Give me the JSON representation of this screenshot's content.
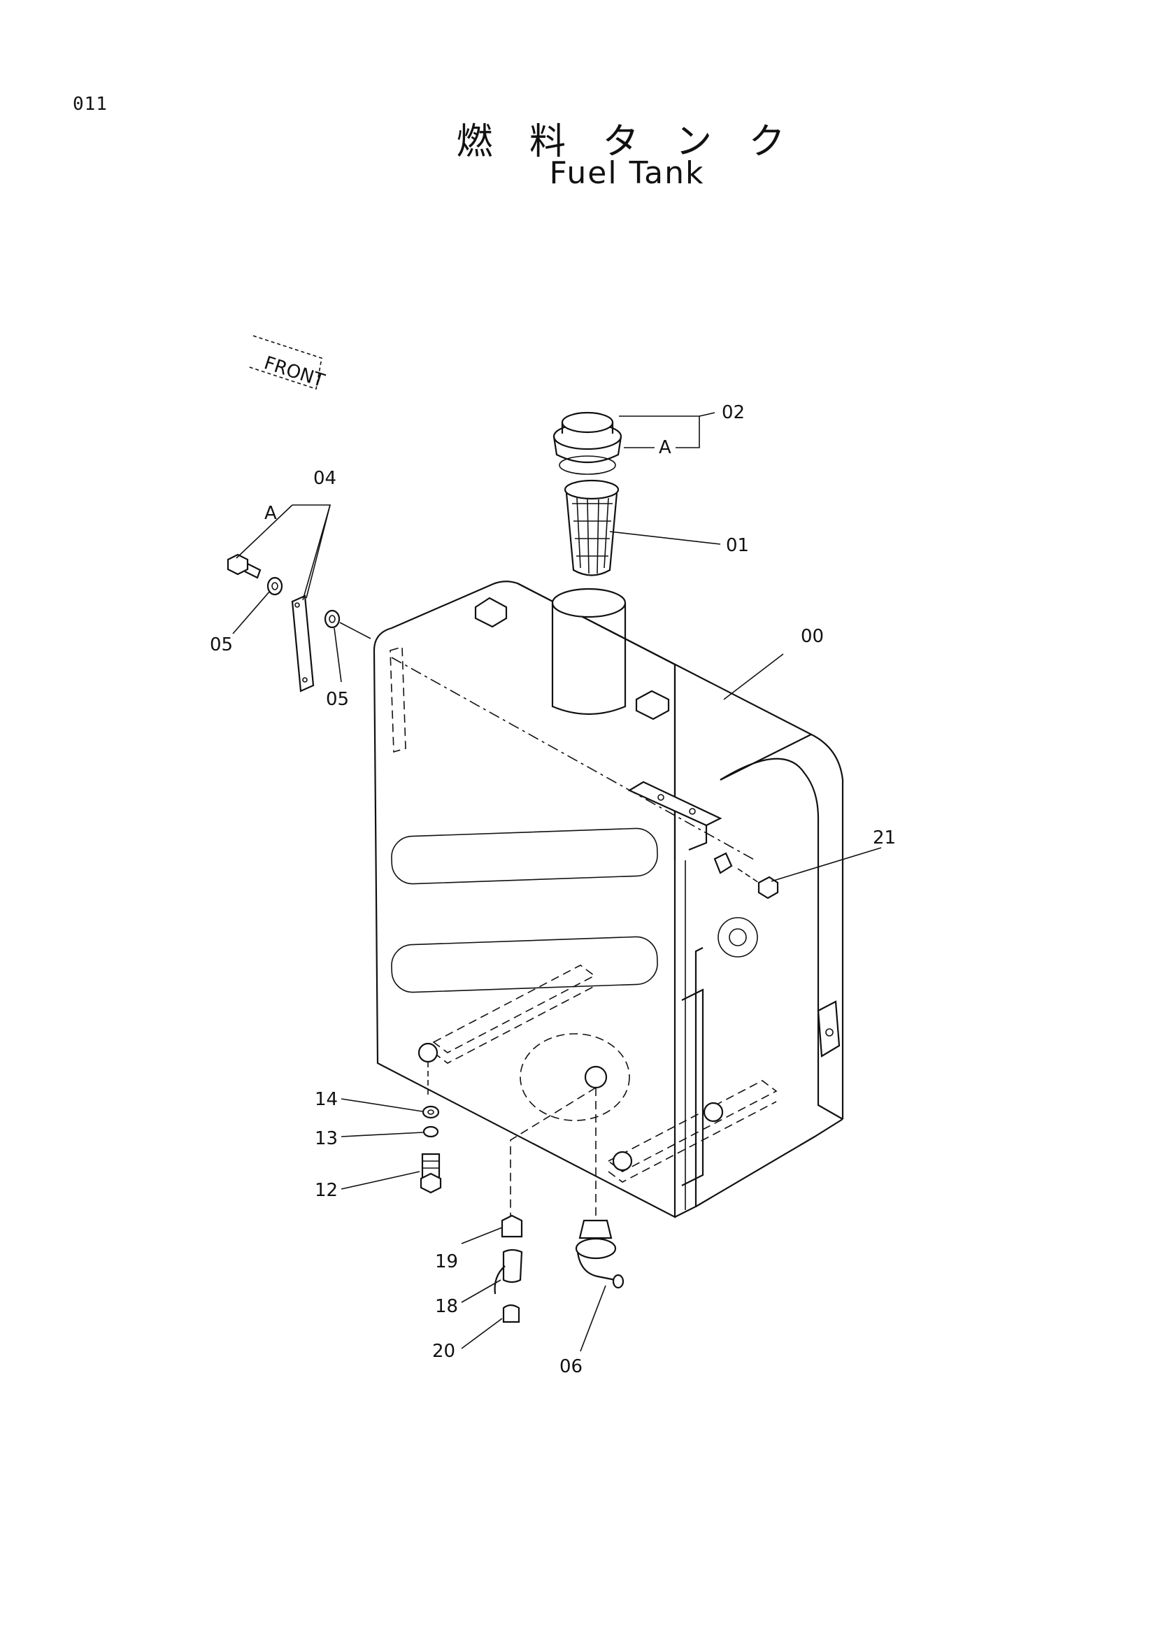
{
  "page_number": "011",
  "title_jp": "燃 料 タ ン ク",
  "title_en": "Fuel Tank",
  "front_label": "FRONT",
  "group_label": "A",
  "part_labels": {
    "p00": "00",
    "p01": "01",
    "p02": "02",
    "p04": "04",
    "p05a": "05",
    "p05b": "05",
    "p06": "06",
    "p12": "12",
    "p13": "13",
    "p14": "14",
    "p18": "18",
    "p19": "19",
    "p20": "20",
    "p21": "21"
  }
}
